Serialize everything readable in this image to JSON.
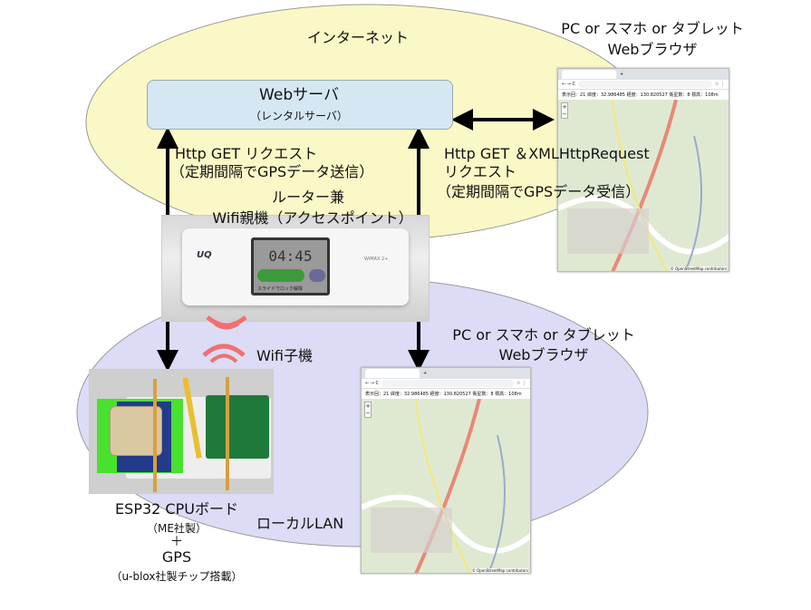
{
  "internet_label": "インターネット",
  "local_lan_label": "ローカルLAN",
  "server": {
    "title": "Webサーバ",
    "subtitle": "（レンタルサーバ）"
  },
  "upload": {
    "line1": "Http GET リクエスト",
    "line2": "（定期間隔でGPSデータ送信）"
  },
  "router": {
    "line1": "ルーター兼",
    "line2": "Wifi親機（アクセスポイント）",
    "screen_time": "04:45",
    "brand": "UQ",
    "model": "WiMAX 2+",
    "slide_text": "スライドでロック解除"
  },
  "download": {
    "line1": "Http GET ＆XMLHttpRequest",
    "line2": "リクエスト",
    "line3": "（定期間隔でGPSデータ受信）"
  },
  "client_remote": {
    "line1": "PC or スマホ or タブレット",
    "line2": "Webブラウザ"
  },
  "client_local": {
    "line1": "PC or スマホ or タブレット",
    "line2": "Webブラウザ"
  },
  "wifi_client_label": "Wifi子機",
  "device": {
    "line1": "ESP32 CPUボード",
    "line2": "（ME社製）",
    "plus": "＋",
    "line3": "GPS",
    "line4": "（u-blox社製チップ搭載）"
  },
  "browser": {
    "status": "表示回：21  緯度：32.986485  経度：130.820527  衛星数：8  標高：108m",
    "zoom_in": "+",
    "zoom_out": "−",
    "credit": "© OpenStreetMap contributors"
  },
  "colors": {
    "internet": "#faf8c6",
    "lan": "#dcdcf6",
    "server": "#d6e7f4",
    "wifi": "#f07070"
  }
}
